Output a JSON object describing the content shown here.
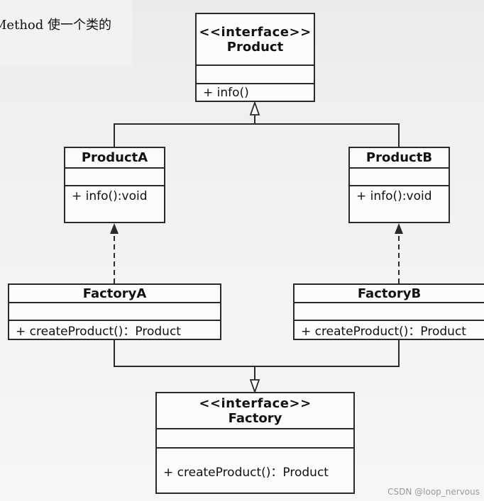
{
  "caption": "Method 使一个类的",
  "classes": {
    "product": {
      "stereotype": "<<interface>>",
      "name": "Product",
      "method": "+ info()"
    },
    "productA": {
      "name": "ProductA",
      "method": "+ info():void"
    },
    "productB": {
      "name": "ProductB",
      "method": "+ info():void"
    },
    "factoryA": {
      "name": "FactoryA",
      "method": "+ createProduct()：Product"
    },
    "factoryB": {
      "name": "FactoryB",
      "method": "+ createProduct()：Product"
    },
    "factory": {
      "stereotype": "<<interface>>",
      "name": "Factory",
      "method": "+ createProduct()：Product"
    }
  },
  "relations": [
    {
      "from": "productA",
      "to": "product",
      "kind": "realization"
    },
    {
      "from": "productB",
      "to": "product",
      "kind": "realization"
    },
    {
      "from": "factoryA",
      "to": "productA",
      "kind": "dependency"
    },
    {
      "from": "factoryB",
      "to": "productB",
      "kind": "dependency"
    },
    {
      "from": "factoryA",
      "to": "factory",
      "kind": "realization"
    },
    {
      "from": "factoryB",
      "to": "factory",
      "kind": "realization"
    }
  ],
  "watermark": "CSDN @loop_nervous",
  "colors": {
    "line": "#2a2a2a",
    "box_fill": "#fcfcfc"
  }
}
